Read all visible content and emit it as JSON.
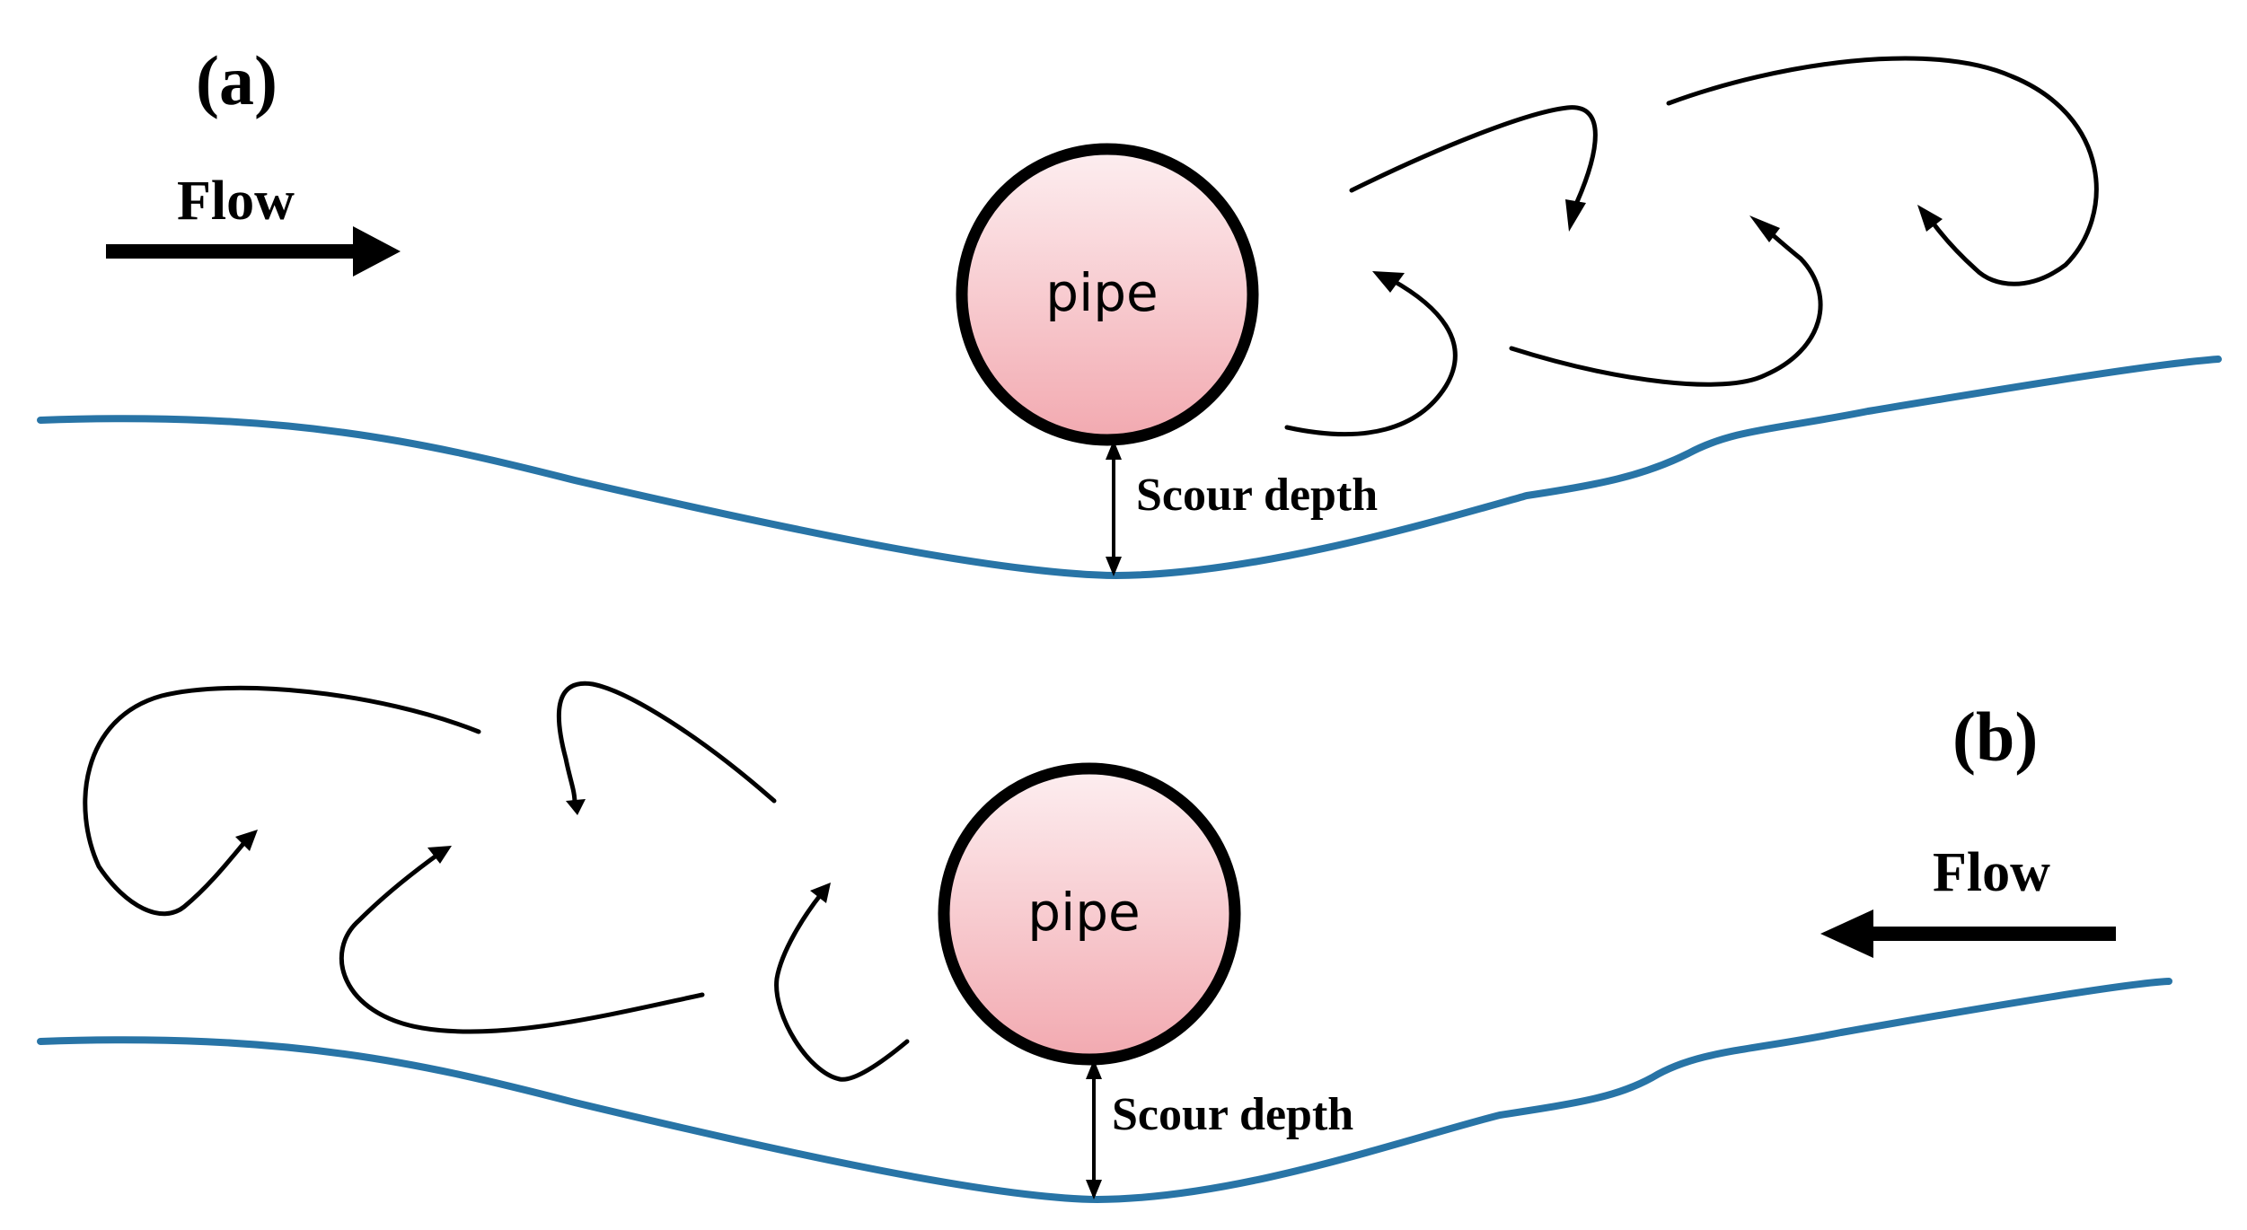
{
  "colors": {
    "seabed": "#2874a6",
    "pipe_fill_top": "#fdeef0",
    "pipe_fill_bottom": "#f2a9b0",
    "ink": "#000000"
  },
  "panel_a": {
    "label": "(a)",
    "flow_label": "Flow",
    "flow_direction": "left-to-right",
    "pipe_label": "pipe",
    "scour_label": "Scour depth"
  },
  "panel_b": {
    "label": "(b)",
    "flow_label": "Flow",
    "flow_direction": "right-to-left",
    "pipe_label": "pipe",
    "scour_label": "Scour depth"
  }
}
